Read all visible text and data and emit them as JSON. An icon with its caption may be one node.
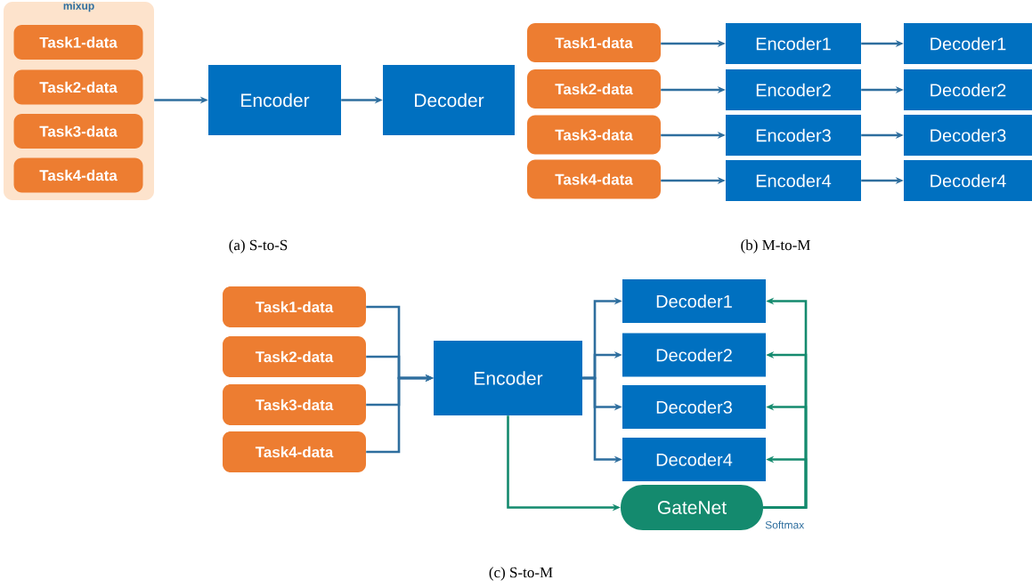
{
  "diagram": {
    "nodes": [
      {
        "text": [
          "mixup"
        ]
      },
      {
        "text": [
          "Task1-data"
        ],
        "in": 0
      },
      {
        "text": [
          "Task2-data"
        ],
        "in": 0
      },
      {
        "text": [
          "Task3-data"
        ],
        "in": 0
      },
      {
        "text": [
          "Task4-data"
        ],
        "in": 0
      },
      {
        "text": [
          "Encoder"
        ]
      },
      {
        "text": [
          "Decoder"
        ]
      },
      {
        "text": [
          "Task1-data"
        ]
      },
      {
        "text": [
          "Task2-data"
        ]
      },
      {
        "text": [
          "Task3-data"
        ]
      },
      {
        "text": [
          "Task4-data"
        ]
      },
      {
        "text": [
          "Encoder1"
        ]
      },
      {
        "text": [
          "Encoder2"
        ]
      },
      {
        "text": [
          "Encoder3"
        ]
      },
      {
        "text": [
          "Encoder4"
        ]
      },
      {
        "text": [
          "Decoder1"
        ]
      },
      {
        "text": [
          "Decoder2"
        ]
      },
      {
        "text": [
          "Decoder3"
        ]
      },
      {
        "text": [
          "Decoder4"
        ]
      },
      {
        "text": [
          "Task1-data"
        ]
      },
      {
        "text": [
          "Task2-data"
        ]
      },
      {
        "text": [
          "Task3-data"
        ]
      },
      {
        "text": [
          "Task4-data"
        ]
      },
      {
        "text": [
          "Encoder"
        ]
      },
      {
        "text": [
          "Decoder1"
        ]
      },
      {
        "text": [
          "Decoder2"
        ]
      },
      {
        "text": [
          "Decoder3"
        ]
      },
      {
        "text": [
          "Decoder4"
        ]
      },
      {
        "text": [
          "GateNet"
        ],
        "beside": [
          "Softmax"
        ]
      }
    ],
    "edges": [
      {
        "from": 0,
        "to": 5,
        "arrow": "to"
      },
      {
        "from": 5,
        "to": 6,
        "arrow": "to"
      },
      {
        "from": 7,
        "to": 11,
        "arrow": "to"
      },
      {
        "from": 8,
        "to": 12,
        "arrow": "to"
      },
      {
        "from": 9,
        "to": 13,
        "arrow": "to"
      },
      {
        "from": 10,
        "to": 14,
        "arrow": "to"
      },
      {
        "from": 11,
        "to": 15,
        "arrow": "to"
      },
      {
        "from": 12,
        "to": 16,
        "arrow": "to"
      },
      {
        "from": 13,
        "to": 17,
        "arrow": "to"
      },
      {
        "from": 14,
        "to": 18,
        "arrow": "to"
      },
      {
        "from": 19,
        "to": 23,
        "arrow": "to"
      },
      {
        "from": 20,
        "to": 23,
        "arrow": "to"
      },
      {
        "from": 21,
        "to": 23,
        "arrow": "to"
      },
      {
        "from": 22,
        "to": 23,
        "arrow": "to"
      },
      {
        "from": 23,
        "to": 24,
        "arrow": "to"
      },
      {
        "from": 23,
        "to": 25,
        "arrow": "to"
      },
      {
        "from": 23,
        "to": 26,
        "arrow": "to"
      },
      {
        "from": 23,
        "to": 27,
        "arrow": "to"
      },
      {
        "from": 23,
        "to": 28,
        "arrow": "to",
        "color": "#148a6e"
      },
      {
        "from": 28,
        "to": 24,
        "arrow": "to",
        "color": "#148a6e"
      },
      {
        "from": 28,
        "to": 25,
        "arrow": "to",
        "color": "#148a6e"
      },
      {
        "from": 28,
        "to": 26,
        "arrow": "to",
        "color": "#148a6e"
      },
      {
        "from": 28,
        "to": 27,
        "arrow": "to",
        "color": "#148a6e"
      }
    ],
    "labels": [
      "(a) S-to-S",
      "(b) M-to-M",
      "(c) S-to-M"
    ]
  }
}
